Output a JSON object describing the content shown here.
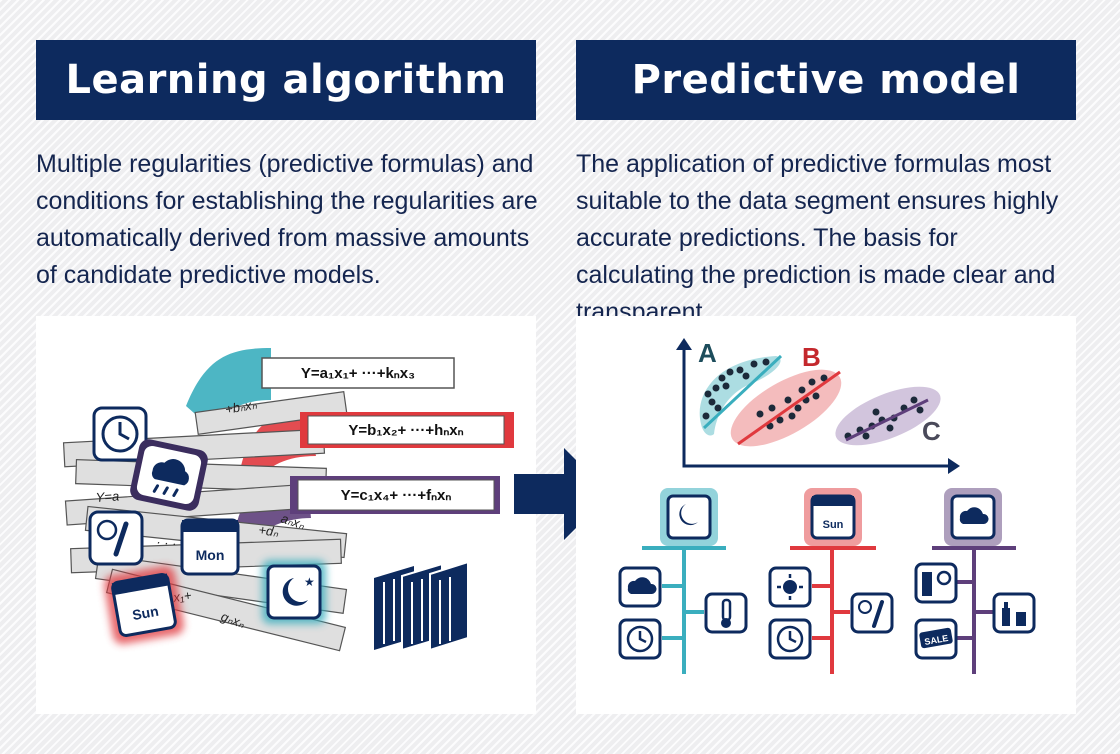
{
  "left": {
    "title": "Learning algorithm",
    "description": "Multiple regularities (predictive formulas) and conditions for establishing the regularities are automatically derived from massive amounts of candidate predictive models.",
    "formulas": [
      "Y=a₁x₁+ ···+kₙx₃",
      "Y=b₁x₂+ ···+hₙxₙ",
      "Y=c₁x₄+ ···+fₙxₙ"
    ],
    "strip_fragments": [
      "+bₙxₙ",
      "+dₙ",
      "aₙxₙ",
      "x₁+",
      "gₙxₙ",
      "Y=a",
      "·  ·  ·"
    ],
    "icon_labels": {
      "mon": "Mon",
      "sun": "Sun"
    }
  },
  "right": {
    "title": "Predictive model",
    "description": "The application of predictive formulas most suitable to the data segment ensures highly accurate predictions. The basis for calculating the prediction is made clear and transparent.",
    "clusters": [
      "A",
      "B",
      "C"
    ],
    "icon_labels": {
      "sun": "Sun",
      "sale": "SALE"
    }
  },
  "colors": {
    "navy": "#0d2a5e",
    "teal": "#3aaebe",
    "red": "#e0393e",
    "purple": "#5e3f7b"
  }
}
